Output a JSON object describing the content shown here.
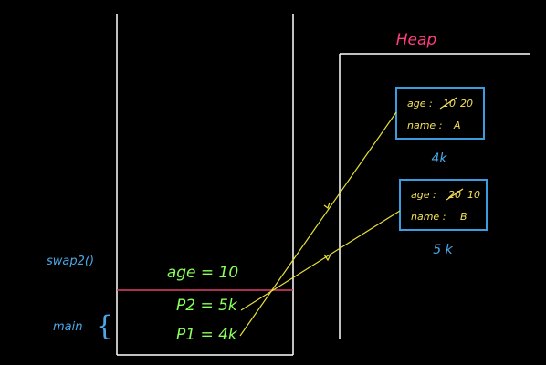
{
  "heap": {
    "title": "Heap",
    "objects": [
      {
        "age_label": "age :",
        "age_old": "10",
        "age_new": "20",
        "name_label": "name :",
        "name_value": "A",
        "address": "4k"
      },
      {
        "age_label": "age :",
        "age_old": "20",
        "age_new": "10",
        "name_label": "name :",
        "name_value": "B",
        "address": "5 k"
      }
    ]
  },
  "stack": {
    "frames": [
      {
        "label": "swap2()",
        "content": "age = 10"
      },
      {
        "label": "main",
        "brace": "{"
      }
    ],
    "vars": [
      {
        "text": "P2 = 5k"
      },
      {
        "text": "P1 = 4k"
      }
    ]
  },
  "colors": {
    "background": "#000000",
    "lines": "#ffffff",
    "heap_title": "#ff3d7f",
    "frame_divider": "#e0406a",
    "stack_text": "#8bff5a",
    "frame_label": "#4aa8e8",
    "box_border": "#3b9de0",
    "box_text": "#f5e05a",
    "arrow": "#e8e03a",
    "address": "#4aa8e8"
  }
}
